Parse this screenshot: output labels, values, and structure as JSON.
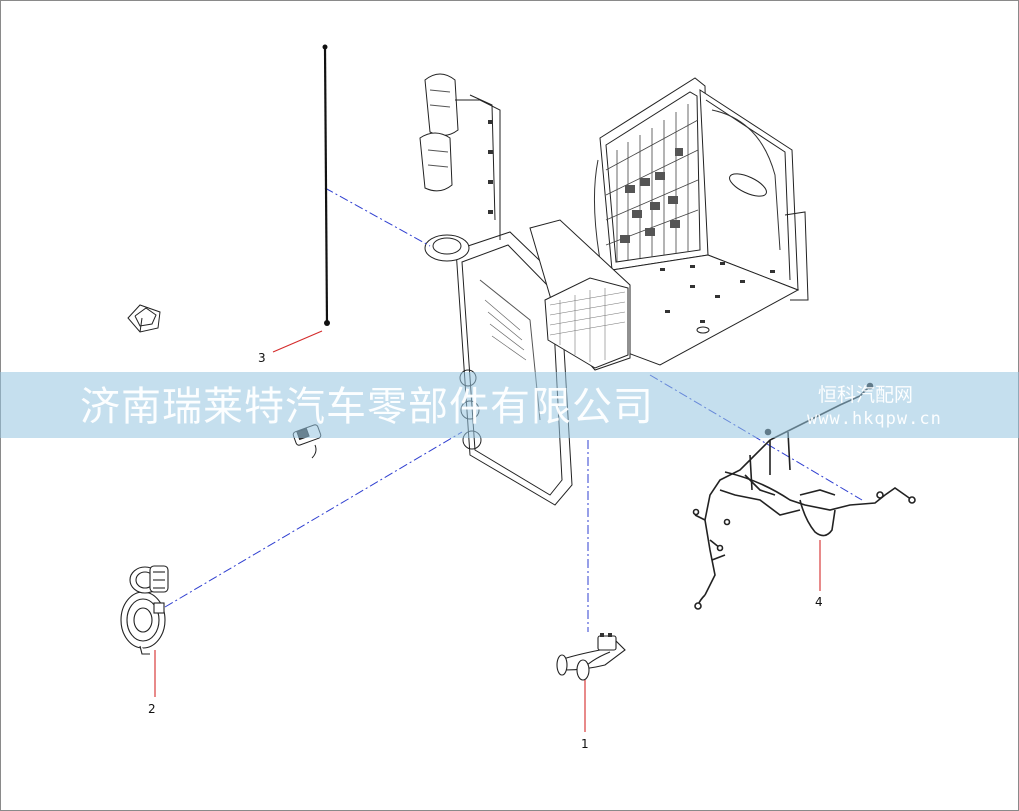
{
  "callouts": [
    {
      "id": "1",
      "label": "1"
    },
    {
      "id": "2",
      "label": "2"
    },
    {
      "id": "3",
      "label": "3"
    },
    {
      "id": "4",
      "label": "4"
    }
  ],
  "watermark": {
    "main": "济南瑞莱特汽车零部件有限公司",
    "sub_cn": "恒科汽配网",
    "sub_url": "www.hkqpw.cn"
  },
  "colors": {
    "leader_line": "#d42a2a",
    "projection_line": "#2f3fd0",
    "banner": "#96c4e0",
    "drawing": "#222222"
  }
}
